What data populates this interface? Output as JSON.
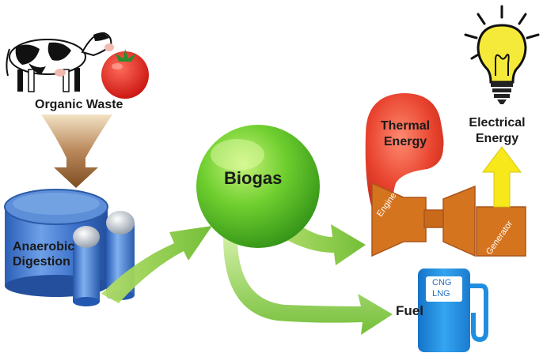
{
  "labels": {
    "organic_waste": "Organic Waste",
    "anaerobic_digestion": "Anaerobic Digestion",
    "biogas": "Biogas",
    "thermal_energy": "Thermal Energy",
    "electrical_energy": "Electrical Energy",
    "engine": "Engine",
    "generator": "Generator",
    "fuel": "Fuel",
    "cng": "CNG",
    "lng": "LNG"
  },
  "colors": {
    "waste_arrow": "#8b5a2b",
    "digester": "#3a6fc4",
    "biogas_sphere": "#5fbf2f",
    "green_arrow": "#7cc242",
    "thermal": "#e8432e",
    "engine": "#d5741f",
    "electric_arrow": "#f6e81b",
    "fuel_pump": "#1f8ee0",
    "bulb": "#f5ea3a"
  },
  "icons": [
    "cow-icon",
    "tomato-icon",
    "light-bulb-icon",
    "fuel-pump-icon"
  ]
}
